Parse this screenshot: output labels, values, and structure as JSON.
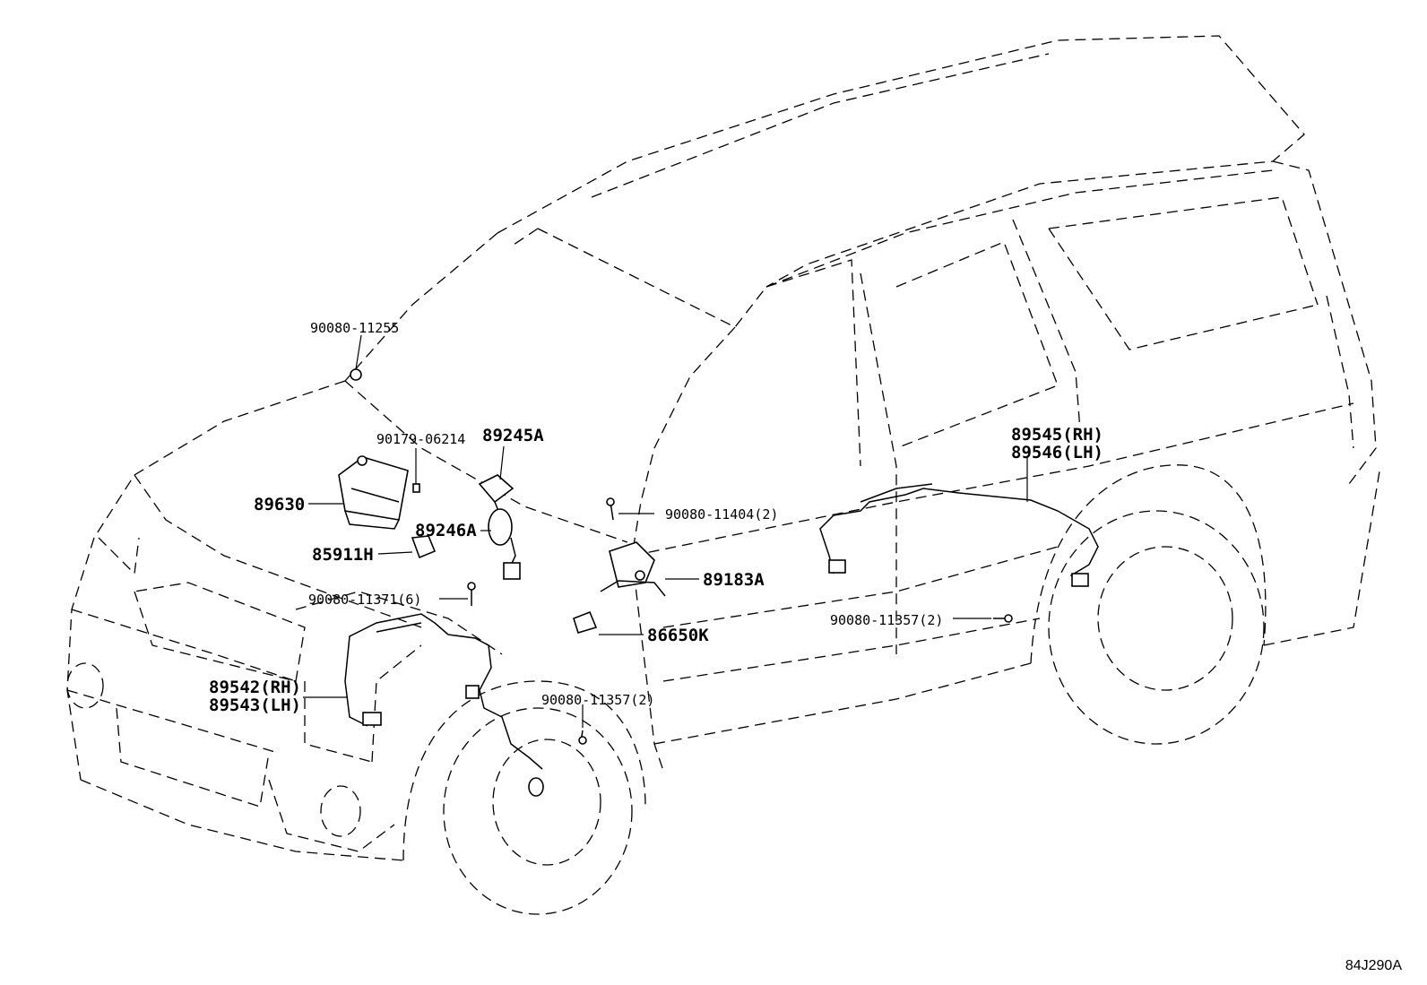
{
  "diagram_id": "84J290A",
  "callouts": {
    "c1": "90080-11255",
    "c2": "90179-06214",
    "c3": "89245A",
    "c4": "89630",
    "c5": "89246A",
    "c6": "85911H",
    "c7": "90080-11404(2)",
    "c8": "89183A",
    "c9": "90080-11371(6)",
    "c10": "86650K",
    "c11": "89542(RH)",
    "c12": "89543(LH)",
    "c13": "90080-11357(2)",
    "c14": "89545(RH)",
    "c15": "89546(LH)",
    "c16": "90080-11357(2)"
  }
}
